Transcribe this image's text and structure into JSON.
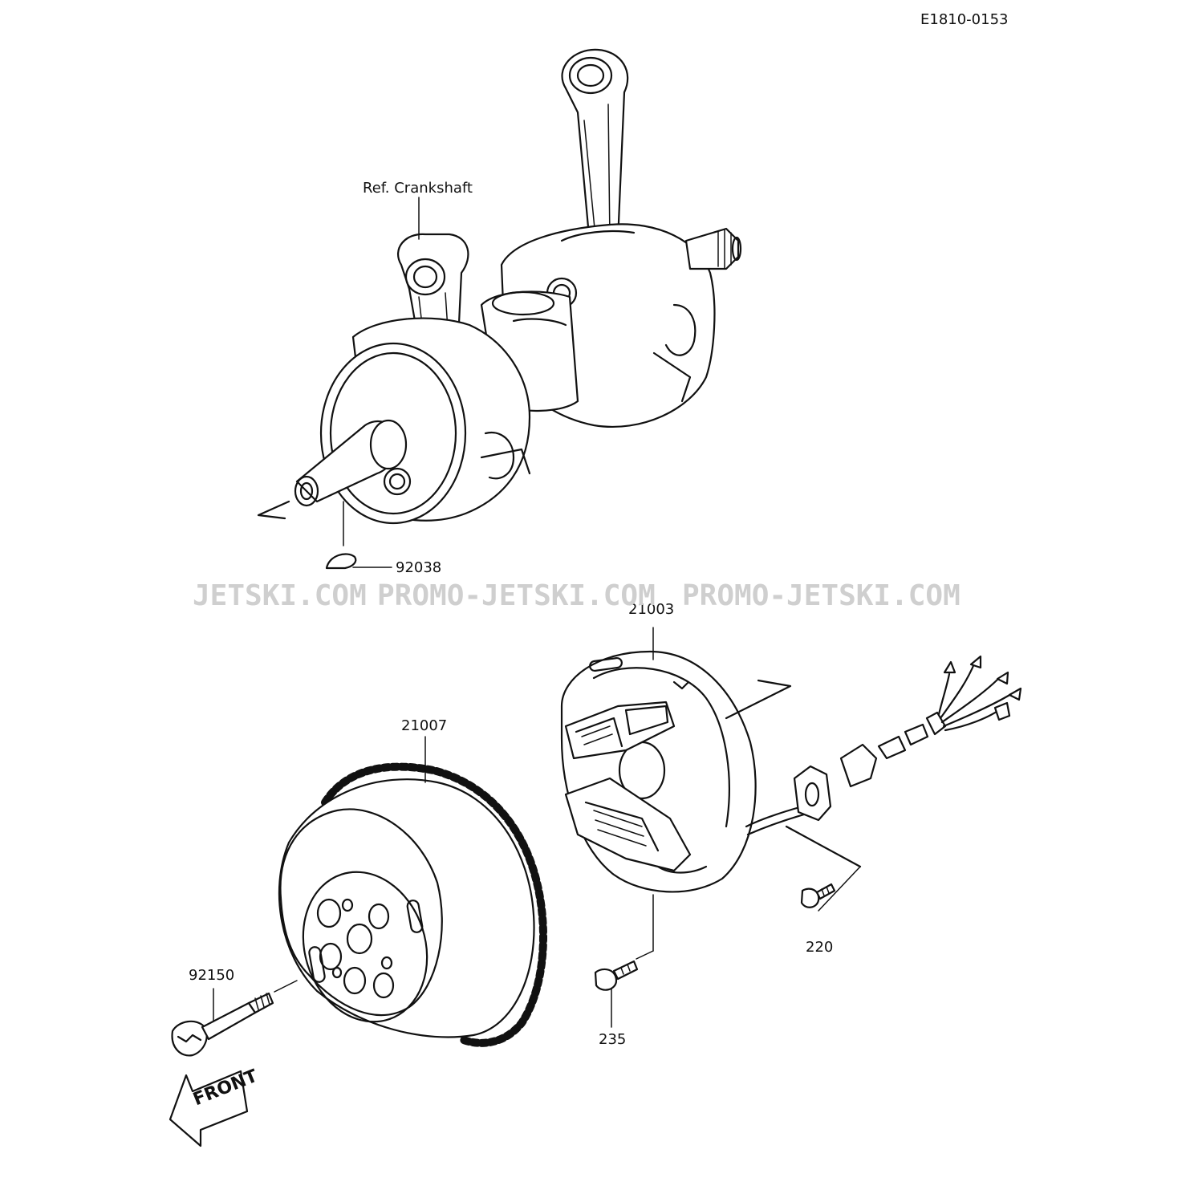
{
  "diagram_code": "E1810-0153",
  "labels": {
    "ref_crankshaft": "Ref. Crankshaft",
    "p92038": "92038",
    "p21003": "21003",
    "p21007": "21007",
    "p92150": "92150",
    "p220": "220",
    "p235": "235"
  },
  "front_arrow": "FRONT",
  "watermarks": [
    "JETSKI.COM",
    "PROMO-JETSKI.COM",
    "PROMO-JETSKI.COM"
  ]
}
